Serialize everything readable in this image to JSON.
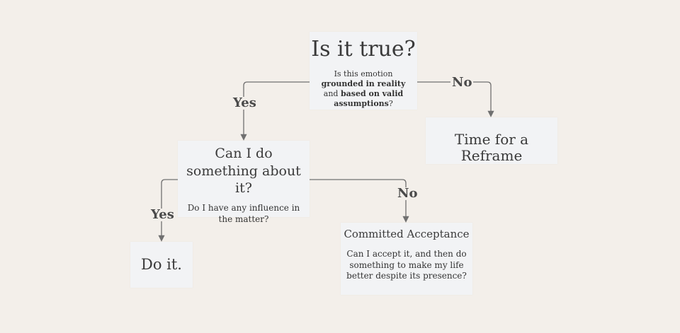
{
  "nodes": {
    "is_it_true": {
      "title": "Is it true?",
      "body": {
        "t1": "Is this emotion ",
        "b1": "grounded in reality",
        "t2": " and ",
        "b2": "based on valid assumptions",
        "t3": "?"
      }
    },
    "reframe": {
      "title": "Time for a Reframe"
    },
    "can_i_do": {
      "title": "Can I do something about it?",
      "body": "Do I have any influence in the matter?"
    },
    "do_it": {
      "title": "Do it."
    },
    "committed_acceptance": {
      "title": "Committed Acceptance",
      "body": "Can I accept it, and then do something to make my life better despite its presence?"
    }
  },
  "edges": {
    "true_yes": "Yes",
    "true_no": "No",
    "cando_yes": "Yes",
    "cando_no": "No"
  },
  "colors": {
    "background": "#f3efea",
    "node": "#f2f3f5",
    "line": "#707070"
  }
}
